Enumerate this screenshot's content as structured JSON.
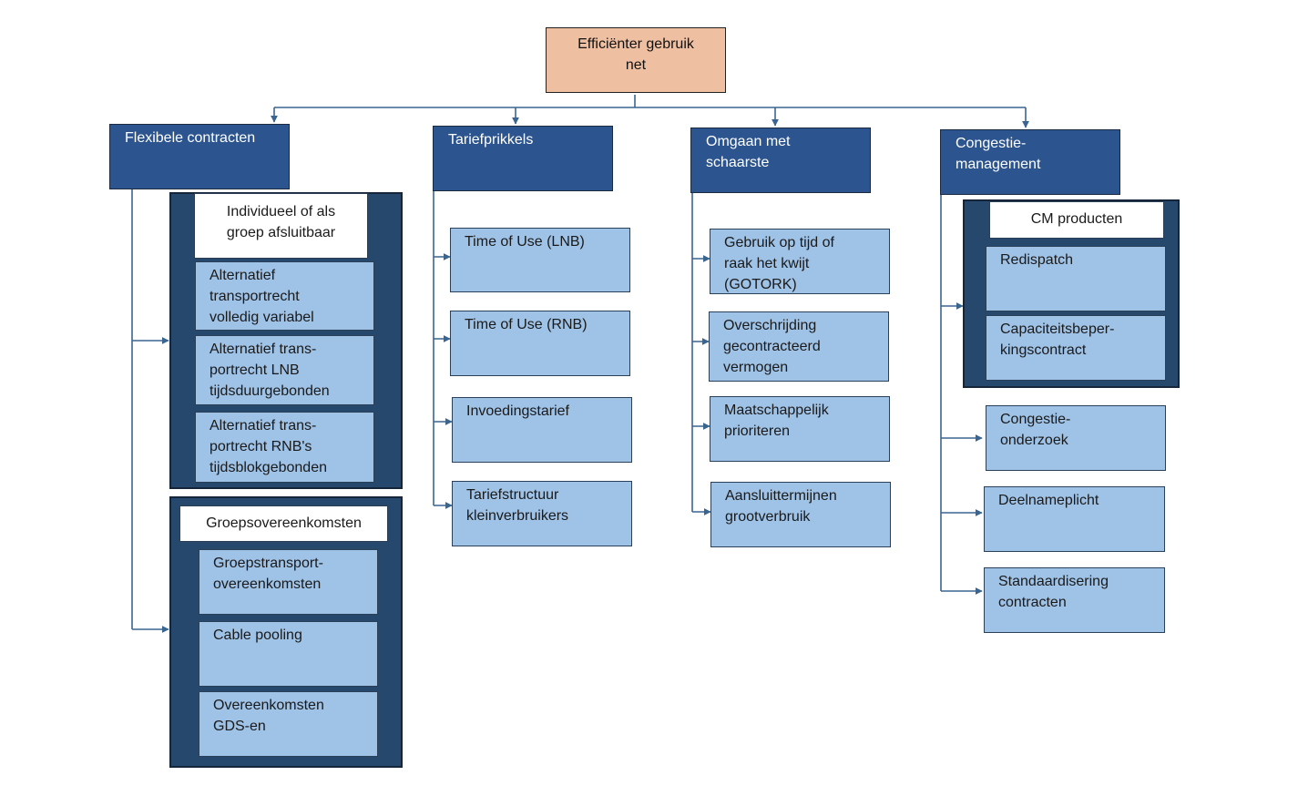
{
  "root": {
    "label": "Efficiënter gebruik\nnet"
  },
  "columns": [
    {
      "heading": "Flexibele contracten",
      "groups": [
        {
          "label": "Individueel of als\ngroep afsluitbaar",
          "items": [
            "Alternatief\ntransportrecht\nvolledig variabel",
            "Alternatief trans-\nportrecht LNB\ntijdsduurgebonden",
            "Alternatief trans-\nportrecht  RNB's\ntijdsblokgebonden"
          ]
        },
        {
          "label": "Groepsovereenkomsten",
          "items": [
            "Groepstransport-\novereenkomsten",
            "Cable pooling",
            "Overeenkomsten\nGDS-en"
          ]
        }
      ]
    },
    {
      "heading": "Tariefprikkels",
      "items": [
        "Time of Use (LNB)",
        "Time of Use (RNB)",
        "Invoedingstarief",
        "Tariefstructuur\nkleinverbruikers"
      ]
    },
    {
      "heading": "Omgaan met\nschaarste",
      "items": [
        "Gebruik op tijd of\nraak het kwijt\n(GOTORK)",
        "Overschrijding\ngecontracteerd\nvermogen",
        "Maatschappelijk\nprioriteren",
        "Aansluittermijnen\ngrootverbruik"
      ]
    },
    {
      "heading": "Congestie-\nmanagement",
      "group": {
        "label": "CM producten",
        "items": [
          "Redispatch",
          "Capaciteitsbeper-\nkingscontract"
        ]
      },
      "items": [
        "Congestie-\nonderzoek",
        "Deelnameplicht",
        "Standaardisering\ncontracten"
      ]
    }
  ],
  "colors": {
    "root_fill": "#efbfa2",
    "heading_fill": "#2c5590",
    "group_fill": "#26486c",
    "item_fill": "#9fc2e7",
    "connector": "#3a6590"
  }
}
